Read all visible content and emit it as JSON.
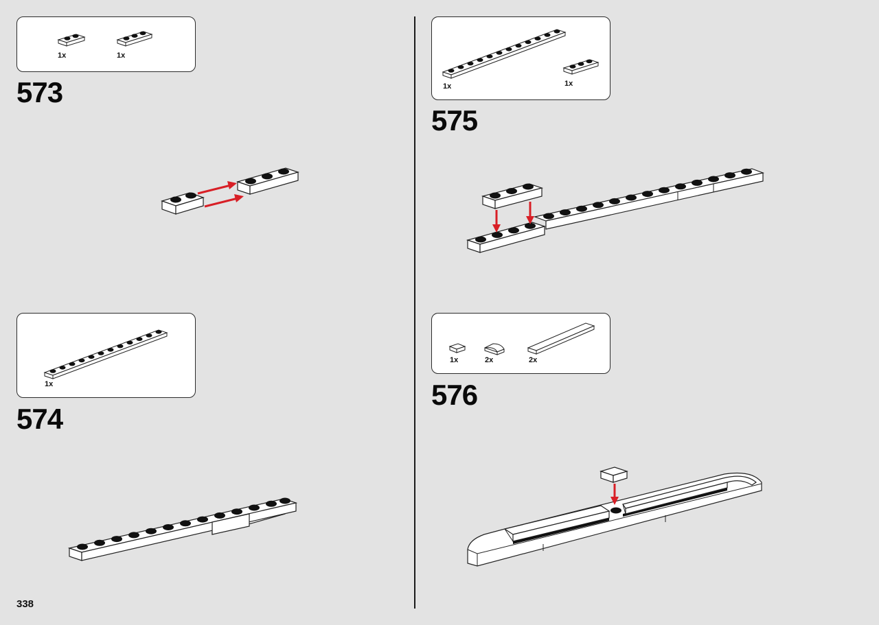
{
  "page": {
    "number": "338"
  },
  "steps": [
    {
      "number": "573",
      "parts": [
        {
          "qty": "1x",
          "part": "plate-1x2"
        },
        {
          "qty": "1x",
          "part": "plate-1x3"
        }
      ]
    },
    {
      "number": "574",
      "parts": [
        {
          "qty": "1x",
          "part": "plate-1x12"
        }
      ]
    },
    {
      "number": "575",
      "parts": [
        {
          "qty": "1x",
          "part": "plate-1x12"
        },
        {
          "qty": "1x",
          "part": "plate-1x3"
        }
      ]
    },
    {
      "number": "576",
      "parts": [
        {
          "qty": "1x",
          "part": "tile-1x1"
        },
        {
          "qty": "2x",
          "part": "slope-curved-1x2"
        },
        {
          "qty": "2x",
          "part": "tile-1x6"
        }
      ]
    }
  ],
  "colors": {
    "arrow": "#d81f26",
    "outline": "#1a1a1a",
    "stud": "#111111",
    "brick": "#ffffff",
    "background": "#e3e3e3"
  }
}
